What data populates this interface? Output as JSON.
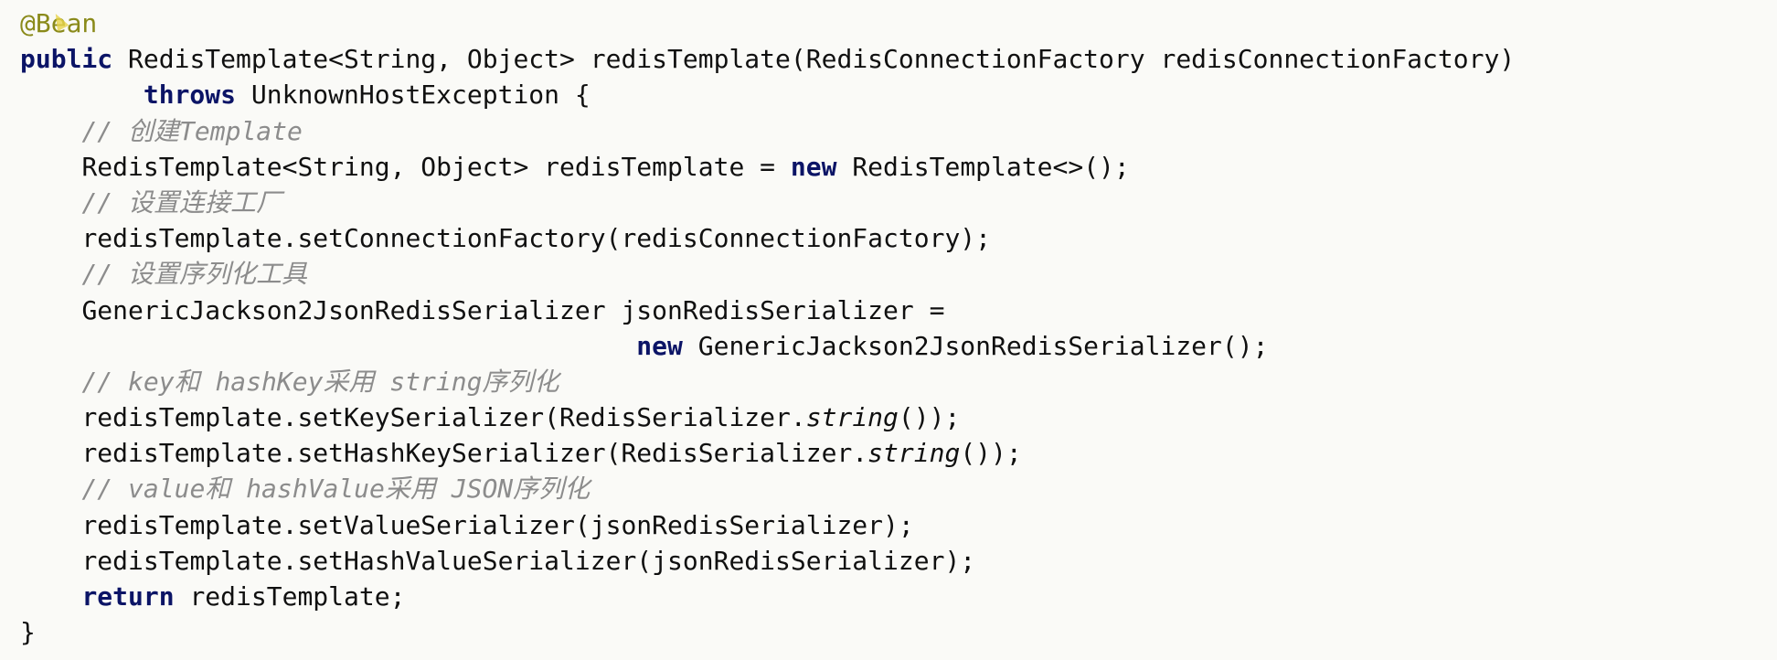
{
  "code": {
    "annotation": "@Bean",
    "kw_public": "public",
    "sig_rest": " RedisTemplate<String, Object> redisTemplate(RedisConnectionFactory redisConnectionFactory)",
    "kw_throws": "throws",
    "throws_rest": " UnknownHostException {",
    "comment_create": "// 创建Template",
    "decl_template": "RedisTemplate<String, Object> redisTemplate = ",
    "kw_new": "new",
    "decl_template_rest": " RedisTemplate<>();",
    "comment_factory": "// 设置连接工厂",
    "set_factory": "redisTemplate.setConnectionFactory(redisConnectionFactory);",
    "comment_serializer": "// 设置序列化工具",
    "decl_serializer": "GenericJackson2JsonRedisSerializer jsonRedisSerializer =",
    "new_serializer_rest": " GenericJackson2JsonRedisSerializer();",
    "comment_key": "// key和 hashKey采用 string序列化",
    "set_key_a": "redisTemplate.setKeySerializer(RedisSerializer.",
    "string_call": "string",
    "set_key_b": "());",
    "set_hashkey_a": "redisTemplate.setHashKeySerializer(RedisSerializer.",
    "comment_value": "// value和 hashValue采用 JSON序列化",
    "set_value": "redisTemplate.setValueSerializer(jsonRedisSerializer);",
    "set_hashvalue": "redisTemplate.setHashValueSerializer(jsonRedisSerializer);",
    "kw_return": "return",
    "return_rest": " redisTemplate;",
    "close_brace": "}"
  },
  "colors": {
    "background": "#fafaf7",
    "keyword": "#0b1466",
    "annotation": "#8a8a1a",
    "comment": "#8c8c8c"
  }
}
